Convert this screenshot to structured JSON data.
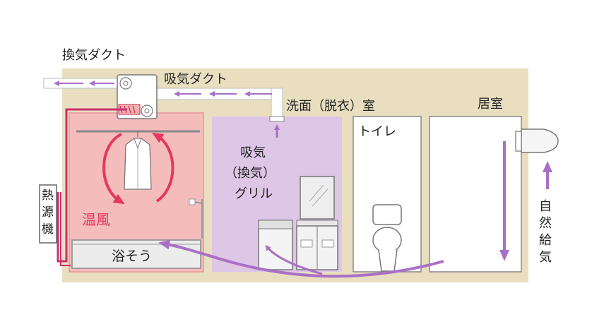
{
  "labels": {
    "exhaust_duct": "換気ダクト",
    "intake_duct": "吸気ダクト",
    "washroom": "洗面（脱衣）室",
    "living_room": "居室",
    "toilet": "トイレ",
    "intake_grille": [
      "吸気",
      "（換気）",
      "グリル"
    ],
    "heat_source": [
      "熱",
      "源",
      "機"
    ],
    "warm_air": "温風",
    "bathtub": "浴そう",
    "natural_air_supply": [
      "自",
      "然",
      "給",
      "気"
    ]
  },
  "colors": {
    "wall": "#e9dfc0",
    "bathroom_fill": "#f5bcbc",
    "bathroom_border": "#e8a2a2",
    "washroom_fill": "#ddc6e6",
    "airflow_arrow": "#a970c5",
    "warm_air_arrow": "#e5385f",
    "heat_pipe": "#cc2f6d",
    "duct": "#ffffff",
    "outline": "#777777"
  }
}
